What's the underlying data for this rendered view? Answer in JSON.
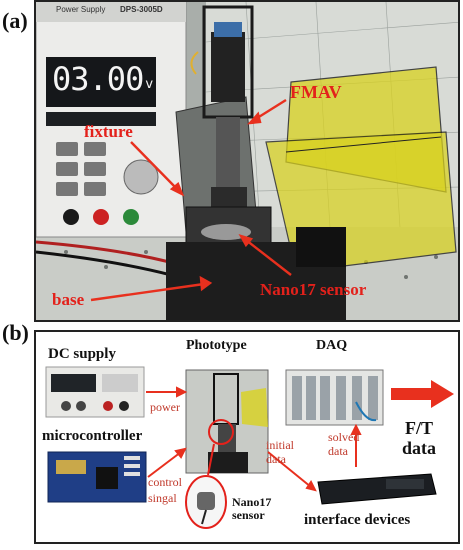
{
  "panel_a": {
    "label": "(a)",
    "psu_display": "03.00",
    "psu_unit": "v",
    "psu_brand": "Power Supply",
    "psu_model": "DPS-3005D",
    "annotations": {
      "fmav": "FMAV",
      "fixture": "fixture",
      "base": "base",
      "sensor": "Nano17 sensor"
    }
  },
  "panel_b": {
    "label": "(b)",
    "dc_supply": "DC supply",
    "microcontroller": "microcontroller",
    "phototype": "Phototype",
    "daq": "DAQ",
    "power": "power",
    "control_signal": "control\nsingal",
    "nano17_sensor": "Nano17\nsensor",
    "initial_data": "initial\ndata",
    "solved_data": "solved\ndata",
    "ft_data": "F/T\ndata",
    "interface_devices": "interface devices"
  },
  "colors": {
    "annotation_red": "#e3211b",
    "arrow_red": "#e8301e",
    "wing_yellow": "#d9d21e"
  }
}
